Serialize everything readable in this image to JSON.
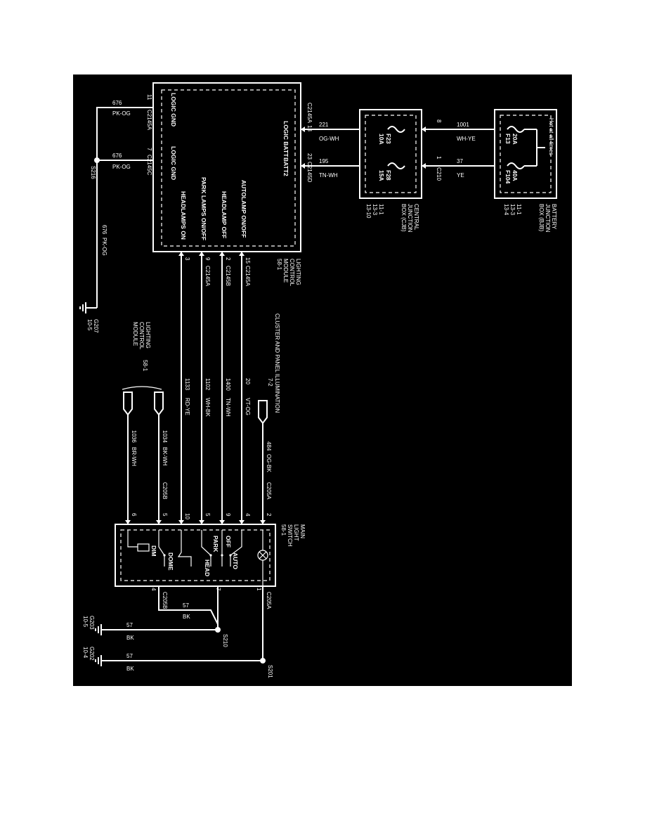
{
  "colors": {
    "panel_background": "#000000",
    "line": "#ffffff",
    "page": "#ffffff"
  },
  "lcm": {
    "label": [
      "LIGHTING",
      "CONTROL",
      "MODULE"
    ],
    "ref": "58-1",
    "inputs": [
      "LOGIC GND",
      "LOGIC GND",
      "LOGIC BATT",
      "BATT2"
    ],
    "outputs": [
      "AUTOLAMP ON/OFF",
      "HEADLAMP OFF",
      "PARK LAMPS ON/OFF",
      "HEADLAMPS ON"
    ],
    "pins": {
      "logic_gnd_a": "11",
      "logic_gnd_b": "7",
      "logic_batt": "13",
      "batt2": "23",
      "autolamp": "15",
      "headlamp_off": "2",
      "park": "9",
      "headlamps_on": "3"
    },
    "connectors": {
      "logic_gnd_a": "C2145A",
      "logic_gnd_b": "C2145C",
      "logic_batt": "C2145A",
      "batt2": "C2145D",
      "autolamp": "C2145A",
      "headlamp_off": "C2145B",
      "park": "C2145A"
    }
  },
  "cjb": {
    "label": [
      "CENTRAL",
      "JUNCTION",
      "BOX (CJB)"
    ],
    "refs": [
      "11-1",
      "13-3",
      "13-10"
    ],
    "fuses": [
      {
        "name": "F23",
        "rating": "10A"
      },
      {
        "name": "F28",
        "rating": "15A"
      }
    ],
    "pin_a": "8",
    "pin_b": "1",
    "connector": "C210"
  },
  "bjb": {
    "label": [
      "BATTERY",
      "JUNCTION",
      "BOX (BJB)"
    ],
    "refs": [
      "11-1",
      "13-3",
      "13-4"
    ],
    "hot": "Hot at all times",
    "fuses": [
      {
        "name": "F13",
        "rating": "20A"
      },
      {
        "name": "F104",
        "rating": "40A"
      }
    ]
  },
  "wires": {
    "w221": {
      "circuit": "221",
      "color": "OG-WH"
    },
    "w195": {
      "circuit": "195",
      "color": "TN-WH"
    },
    "w1001": {
      "circuit": "1001",
      "color": "WH-YE"
    },
    "w37": {
      "circuit": "37",
      "color": "YE"
    },
    "w676a": {
      "circuit": "676",
      "color": "PK-OG"
    },
    "w676b": {
      "circuit": "676",
      "color": "PK-OG"
    },
    "w676c": {
      "circuit": "676",
      "color": "PK-OG"
    },
    "w20": {
      "circuit": "20",
      "color": "VT-OG"
    },
    "w1400": {
      "circuit": "1400",
      "color": "TN-WH"
    },
    "w1102": {
      "circuit": "1102",
      "color": "WH-BK"
    },
    "w1133": {
      "circuit": "1133",
      "color": "RD-YE"
    },
    "w484": {
      "circuit": "484",
      "color": "OG-BK"
    },
    "w1034": {
      "circuit": "1034",
      "color": "BK-WH"
    },
    "w1036": {
      "circuit": "1036",
      "color": "BR-WH"
    },
    "w57a": {
      "circuit": "57",
      "color": "BK"
    },
    "w57b": {
      "circuit": "57",
      "color": "BK"
    },
    "w57c": {
      "circuit": "57",
      "color": "BK"
    }
  },
  "splices": {
    "s216": "S216",
    "s210": "S210",
    "s201": "S201"
  },
  "grounds": {
    "g207": {
      "name": "G207",
      "ref": "10-5"
    },
    "g203": {
      "name": "G203",
      "ref": "10-5"
    },
    "g202": {
      "name": "G202",
      "ref": "10-4"
    }
  },
  "cluster": {
    "label": "CLUSTER AND PANEL ILLUMINATION",
    "ref": "7-2"
  },
  "lcm_ref": {
    "label": [
      "LIGHTING",
      "CONTROL",
      "MODULE"
    ],
    "ref": "58-1"
  },
  "switch": {
    "label": [
      "MAIN",
      "LIGHT",
      "SWITCH"
    ],
    "ref": "58-1",
    "positions": [
      "AUTO",
      "OFF",
      "PARK",
      "HEAD",
      "DOME",
      "DIM"
    ],
    "pins_top": [
      "2",
      "4",
      "9",
      "5",
      "10",
      "5",
      "6"
    ],
    "pins_bottom": [
      "1",
      "7",
      "4"
    ],
    "connectors": {
      "top_a": "C205A",
      "top_b": "C205B",
      "bottom_a": "C205A",
      "bottom_b": "C205B"
    }
  }
}
